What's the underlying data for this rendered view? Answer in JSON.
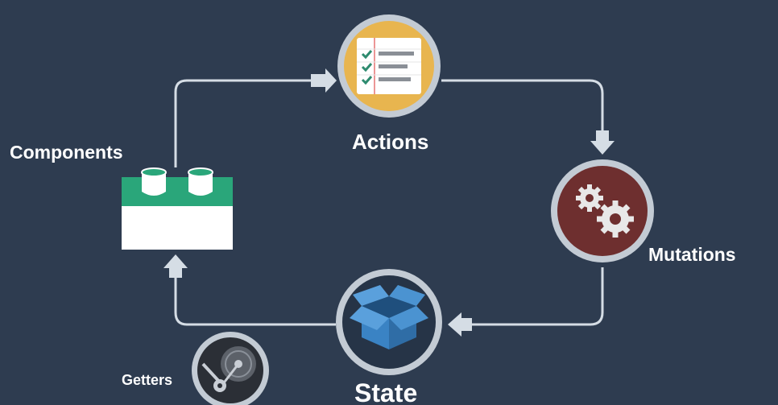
{
  "nodes": {
    "components": {
      "label": "Components"
    },
    "actions": {
      "label": "Actions"
    },
    "mutations": {
      "label": "Mutations"
    },
    "state": {
      "label": "State"
    },
    "getters": {
      "label": "Getters"
    }
  },
  "colors": {
    "background": "#2e3c50",
    "connector": "#d5dde5",
    "circle_ring": "#c3cbd4",
    "actions_fill": "#e8b54f",
    "mutations_fill": "#6e2f2f",
    "state_fill": "#263447",
    "getters_fill": "#2b2f36",
    "component_green": "#2aa67a",
    "state_box": "#3a83c4"
  },
  "icons": {
    "actions": "checklist-icon",
    "mutations": "gears-icon",
    "state": "open-box-icon",
    "components": "lego-block-icon",
    "getters": "gramophone-icon"
  }
}
